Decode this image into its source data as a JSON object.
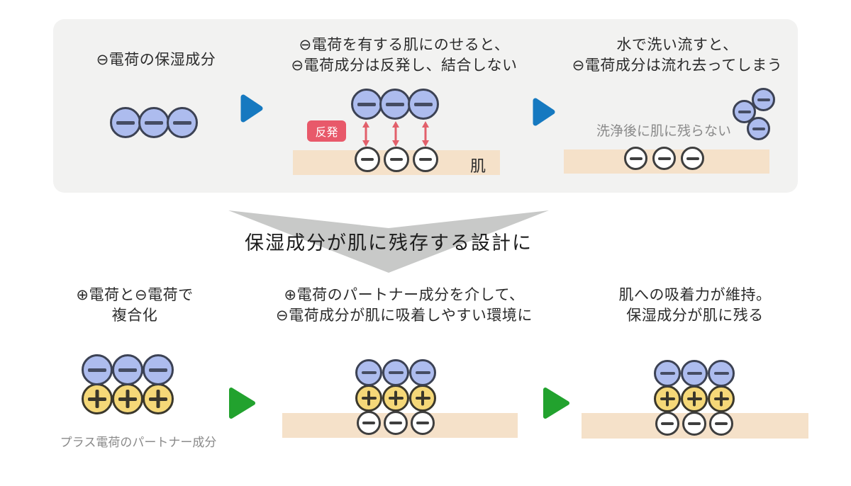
{
  "top_box": {
    "step1": {
      "caption": "⊖電荷の保湿成分"
    },
    "step2": {
      "caption_line1": "⊖電荷を有する肌にのせると、",
      "caption_line2": "⊖電荷成分は反発し、結合しない",
      "repel_badge": "反発",
      "skin_label": "肌"
    },
    "step3": {
      "caption_line1": "水で洗い流すと、",
      "caption_line2": "⊖電荷成分は流れ去ってしまう",
      "note": "洗浄後に肌に残らない"
    }
  },
  "banner": {
    "text": "保湿成分が肌に残存する設計に"
  },
  "bottom": {
    "step1": {
      "caption_line1": "⊕電荷と⊖電荷で",
      "caption_line2": "複合化",
      "note": "プラス電荷のパートナー成分"
    },
    "step2": {
      "caption_line1": "⊕電荷のパートナー成分を介して、",
      "caption_line2": "⊖電荷成分が肌に吸着しやすい環境に"
    },
    "step3": {
      "caption_line1": "肌への吸着力が維持。",
      "caption_line2": "保湿成分が肌に残る"
    }
  },
  "colors": {
    "panel_gray": "#f2f2f1",
    "minus_molecule_fill": "#adbcee",
    "plus_molecule_fill": "#f5d878",
    "skin": "#f5e1c9",
    "arrow_blue": "#1679c0",
    "arrow_green": "#22a22e",
    "repel_red": "#e8596a",
    "chevron_gray": "#c8c9c8"
  }
}
